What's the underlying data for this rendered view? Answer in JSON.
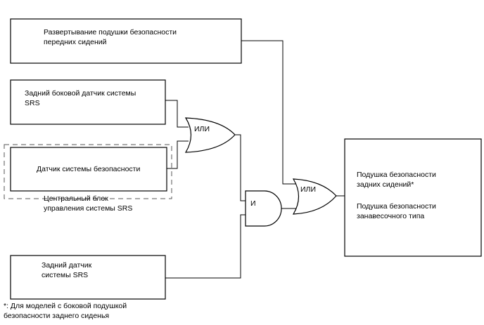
{
  "boxes": {
    "front_airbag": {
      "line1": "Развертывание подушки безопасности",
      "line2": "передних сидений"
    },
    "rear_side_sensor": {
      "line1": "Задний боковой датчик системы",
      "line2": "SRS"
    },
    "safety_sensor": {
      "line1": "Датчик системы безопасности"
    },
    "rear_sensor": {
      "line1": "Задний датчик",
      "line2": "системы SRS"
    },
    "output": {
      "rear_seat_line1": "Подушка безопасности",
      "rear_seat_line2": "задних сидений*",
      "curtain_line1": "Подушка безопасности",
      "curtain_line2": "занавесочного типа"
    }
  },
  "central_unit": {
    "line1": "Центральный блок",
    "line2": "управления системы SRS"
  },
  "gates": {
    "or_top": "ИЛИ",
    "and": "И",
    "or_final": "ИЛИ"
  },
  "footnote": {
    "line1": "*: Для моделей с боковой подушкой",
    "line2": "безопасности заднего сиденья"
  }
}
